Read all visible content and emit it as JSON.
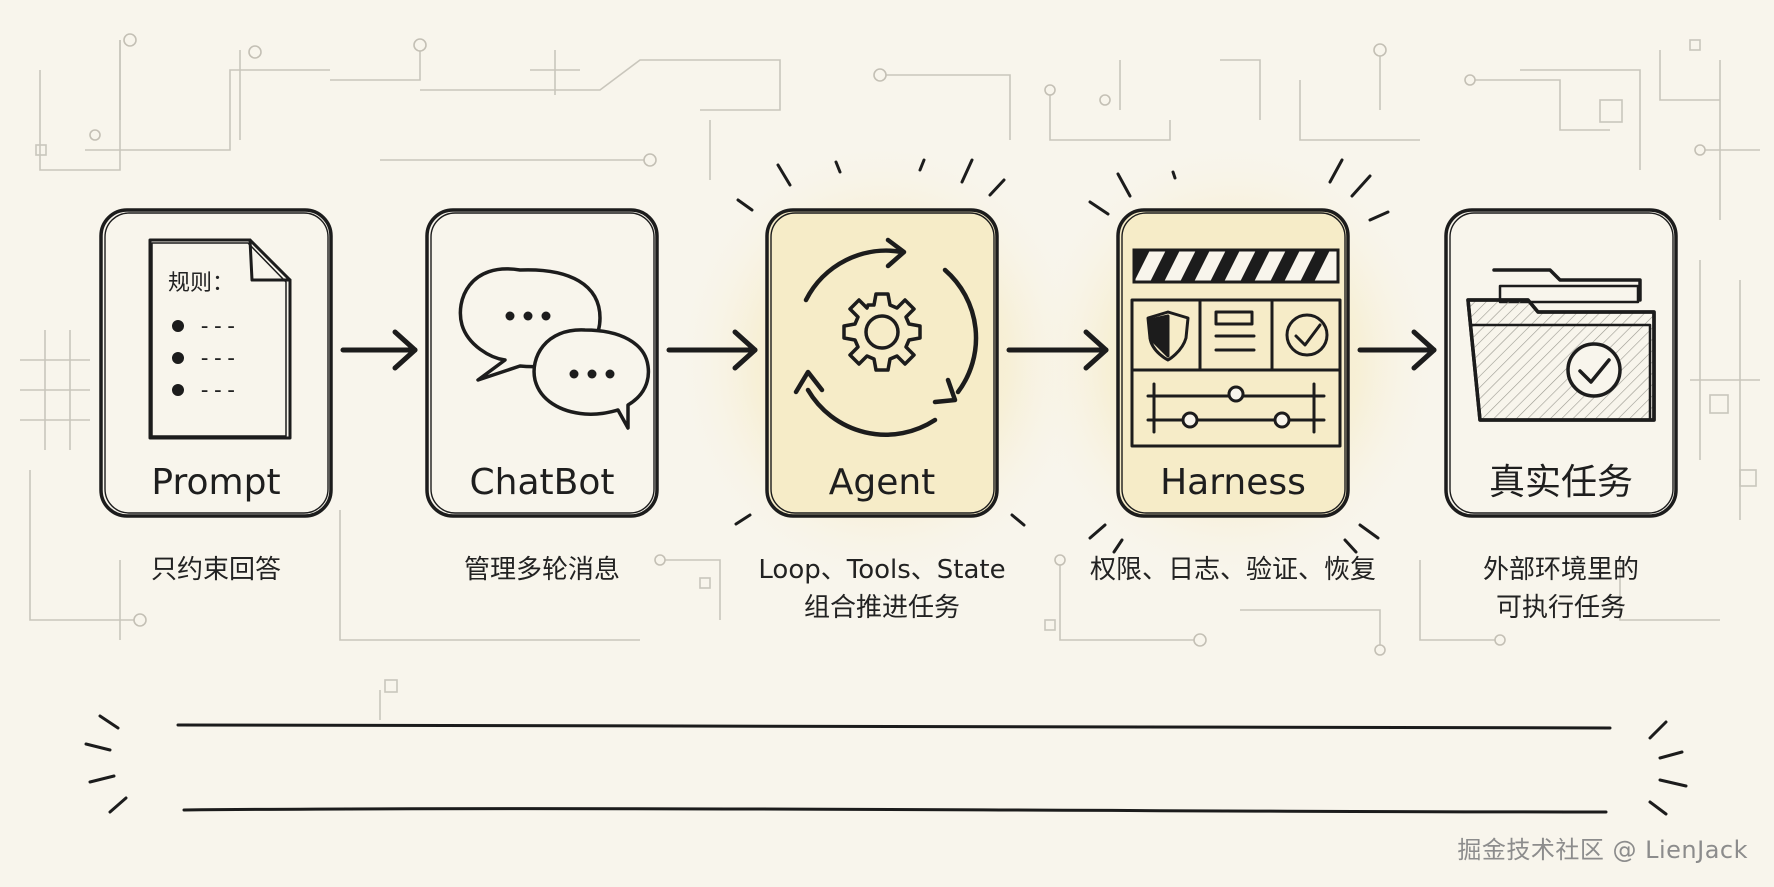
{
  "stages": [
    {
      "id": "prompt",
      "title": "Prompt",
      "desc_lines": [
        "只约束回答"
      ],
      "highlight": false
    },
    {
      "id": "chatbot",
      "title": "ChatBot",
      "desc_lines": [
        "管理多轮消息"
      ],
      "highlight": false
    },
    {
      "id": "agent",
      "title": "Agent",
      "desc_lines": [
        "Loop、Tools、State",
        "组合推进任务"
      ],
      "highlight": true
    },
    {
      "id": "harness",
      "title": "Harness",
      "desc_lines": [
        "权限、日志、验证、恢复"
      ],
      "highlight": true
    },
    {
      "id": "task",
      "title": "真实任务",
      "desc_lines": [
        "外部环境里的",
        "可执行任务"
      ],
      "highlight": false
    }
  ],
  "prompt_doc": {
    "heading": "规则：",
    "bullets": [
      "---",
      "---",
      "---"
    ]
  },
  "icons": {
    "prompt": "document-icon",
    "chatbot": "chat-bubbles-icon",
    "agent": "gear-cycle-icon",
    "harness": "control-panel-icon",
    "task": "folder-check-icon"
  },
  "colors": {
    "ink": "#1c1c1c",
    "paper": "#f8f5ec",
    "highlight_fill": "#f6ecc8",
    "glow": "#f3e3a8",
    "circuit": "#c9c6bc"
  },
  "watermark": "掘金技术社区 @ LienJack"
}
